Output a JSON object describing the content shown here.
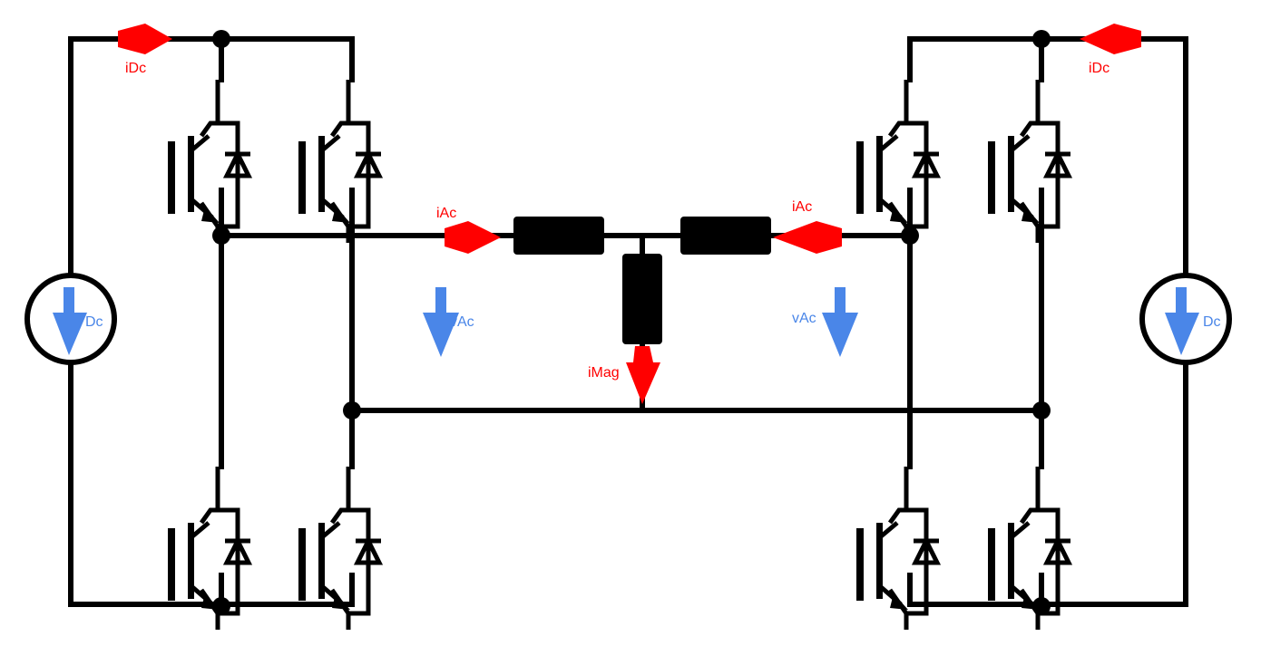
{
  "labels": {
    "i_dc_left": "iDc",
    "i_dc_right": "iDc",
    "i_ac_left": "iAc",
    "i_ac_right": "iAc",
    "i_mag": "iMag",
    "v_ac_left": "vAc",
    "v_ac_right": "vAc",
    "v_dc_left": "Dc",
    "v_dc_right": "Dc"
  },
  "colors": {
    "current": "#ff0000",
    "voltage": "#4a86e8",
    "circuit": "#000000"
  }
}
